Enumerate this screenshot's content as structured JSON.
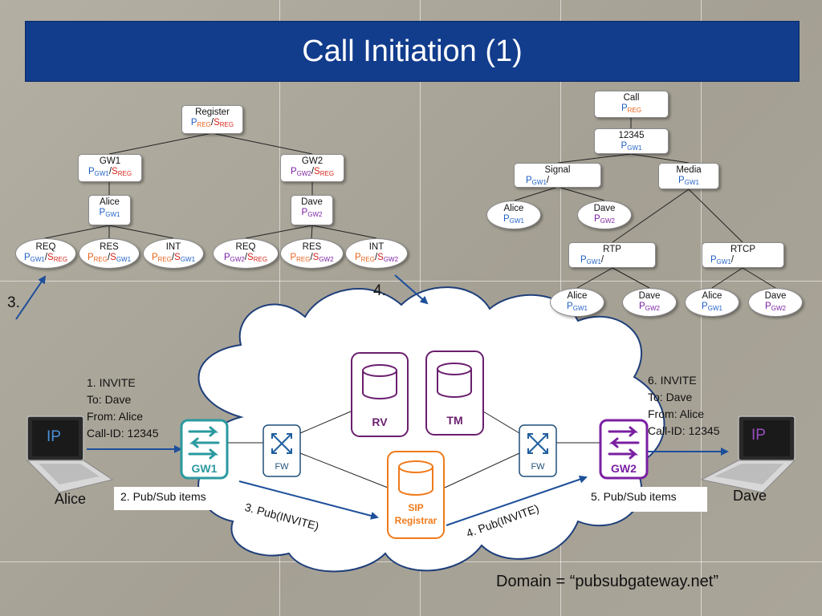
{
  "title": "Call Initiation (1)",
  "left_tree": {
    "register": {
      "label": "Register",
      "p": "P",
      "p_sub": "REG",
      "sep": "/",
      "s": "S",
      "s_sub": "REG"
    },
    "gw1": {
      "label": "GW1",
      "p": "P",
      "p_sub": "GW1",
      "sep": "/",
      "s": "S",
      "s_sub": "REG"
    },
    "gw2": {
      "label": "GW2",
      "p": "P",
      "p_sub": "GW2",
      "sep": "/",
      "s": "S",
      "s_sub": "REG"
    },
    "alice": {
      "label": "Alice",
      "p": "P",
      "p_sub": "GW1"
    },
    "dave": {
      "label": "Dave",
      "p": "P",
      "p_sub": "GW2"
    },
    "leaves": [
      {
        "label": "REQ",
        "p": "P",
        "p_sub": "GW1",
        "sep": "/",
        "s": "S",
        "s_sub": "REG"
      },
      {
        "label": "RES",
        "p": "P",
        "p_sub": "REG",
        "sep": "/",
        "s": "S",
        "s_sub": "GW1"
      },
      {
        "label": "INT",
        "p": "P",
        "p_sub": "REG",
        "sep": "/",
        "s": "S",
        "s_sub": "GW1"
      },
      {
        "label": "REQ",
        "p": "P",
        "p_sub": "GW2",
        "sep": "/",
        "s": "S",
        "s_sub": "REG"
      },
      {
        "label": "RES",
        "p": "P",
        "p_sub": "REG",
        "sep": "/",
        "s": "S",
        "s_sub": "GW2"
      },
      {
        "label": "INT",
        "p": "P",
        "p_sub": "REG",
        "sep": "/",
        "s": "S",
        "s_sub": "GW2"
      }
    ]
  },
  "right_tree": {
    "call": {
      "label": "Call",
      "p": "P",
      "p_sub": "REG"
    },
    "id": {
      "label": "12345",
      "p": "P",
      "p_sub": "GW1"
    },
    "signal": {
      "label": "Signal",
      "p": "P",
      "p_sub": "GW1",
      "sep": "/"
    },
    "media": {
      "label": "Media",
      "p": "P",
      "p_sub": "GW1"
    },
    "sig_alice": {
      "label": "Alice",
      "p": "P",
      "p_sub": "GW1"
    },
    "sig_dave": {
      "label": "Dave",
      "p": "P",
      "p_sub": "GW2"
    },
    "rtp": {
      "label": "RTP",
      "p": "P",
      "p_sub": "GW1",
      "sep": "/"
    },
    "rtcp": {
      "label": "RTCP",
      "p": "P",
      "p_sub": "GW1",
      "sep": "/"
    },
    "rtp_alice": {
      "label": "Alice",
      "p": "P",
      "p_sub": "GW1"
    },
    "rtp_dave": {
      "label": "Dave",
      "p": "P",
      "p_sub": "GW2"
    },
    "rtcp_alice": {
      "label": "Alice",
      "p": "P",
      "p_sub": "GW1"
    },
    "rtcp_dave": {
      "label": "Dave",
      "p": "P",
      "p_sub": "GW2"
    }
  },
  "step_labels": {
    "three": "3.",
    "four": "4."
  },
  "cloud": {
    "rv": "RV",
    "tm": "TM",
    "sip": "SIP",
    "registrar": "Registrar",
    "fw_left": "FW",
    "fw_right": "FW",
    "gw1": "GW1",
    "gw2": "GW2"
  },
  "alice": {
    "name": "Alice",
    "ip": "IP"
  },
  "dave": {
    "name": "Dave",
    "ip": "IP"
  },
  "invite_left": [
    "1. INVITE",
    "To: Dave",
    "From: Alice",
    "Call-ID: 12345"
  ],
  "invite_right": [
    "6. INVITE",
    "To: Dave",
    "From: Alice",
    "Call-ID: 12345"
  ],
  "pubsub_left": "2. Pub/Sub items",
  "pubsub_right": "5. Pub/Sub items",
  "pub3": "3. Pub(INVITE)",
  "pub4": "4. Pub(INVITE)",
  "domain": "Domain = “pubsubgateway.net”",
  "colors": {
    "title_bg": "#123c8c",
    "gw1": "#2a9aa0",
    "gw2": "#7a1fa2",
    "rv_tm": "#6a1f6e",
    "sip": "#f07a1a",
    "arrow": "#1d4f9a",
    "fw": "#1f4f7a"
  }
}
